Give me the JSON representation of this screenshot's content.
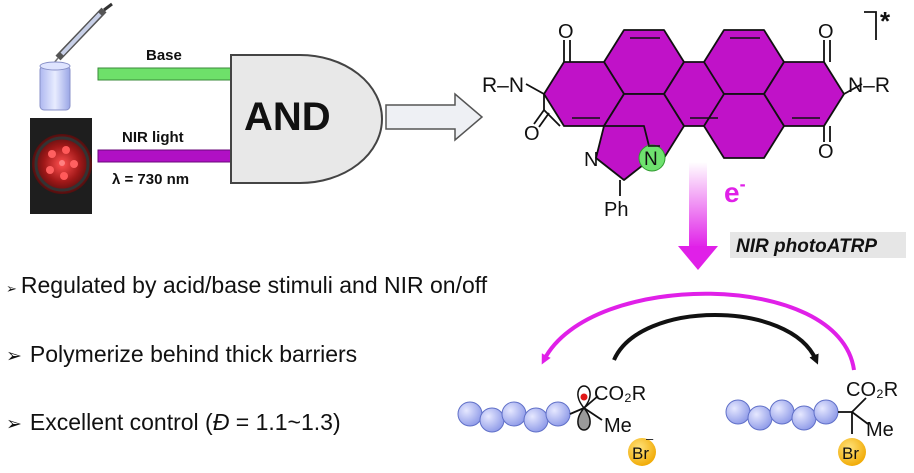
{
  "gate": {
    "label": "AND",
    "input_top_label": "Base",
    "input_bottom_label": "NIR light",
    "wavelength_label": "λ = 730 nm",
    "colors": {
      "base_wire": "#6ee06a",
      "nir_wire": "#b010c4",
      "gate_fill": "#e8e8e8"
    }
  },
  "molecule": {
    "excited_mark": "*",
    "atom_O": "O",
    "atom_N": "N",
    "substituent_R_left": "R–N",
    "substituent_R_right": "N–R",
    "imidazole_N": "N",
    "anion_N": "N",
    "phenyl": "Ph",
    "ring_color": "#c012c8",
    "anion_highlight": "#6fe26f"
  },
  "electron_transfer": {
    "electron_label": "e",
    "electron_superscript": "-",
    "process_label": "NIR photoATRP",
    "arrow_color": "#e020e8"
  },
  "bullets": [
    {
      "text": "Regulated by acid/base stimuli and NIR on/off"
    },
    {
      "text": "Polymerize behind thick barriers"
    },
    {
      "text_before": "Excellent control (",
      "text_symbol": "Đ",
      "text_after": " = 1.1~1.3)"
    }
  ],
  "radical_species": {
    "ester": "CO₂R",
    "methyl": "Me",
    "bromide": "Br",
    "bromide_charge": "–"
  },
  "dormant_species": {
    "ester": "CO₂R",
    "methyl": "Me",
    "bromine": "Br"
  }
}
